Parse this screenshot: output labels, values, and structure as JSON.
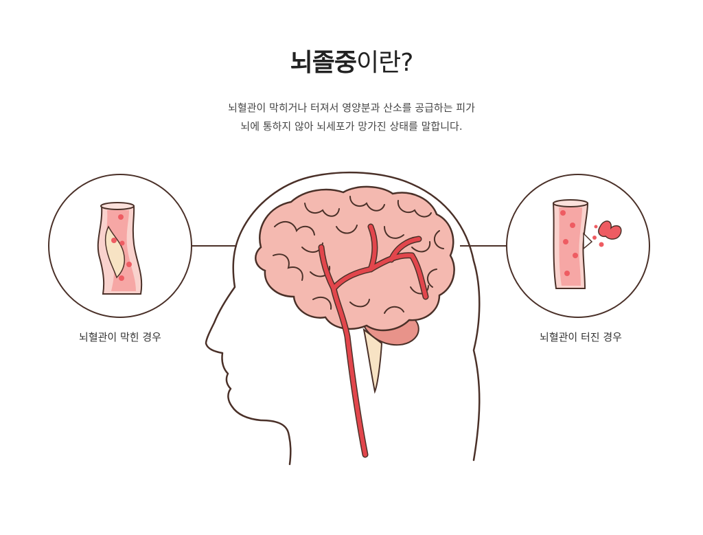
{
  "title": {
    "bold": "뇌졸중",
    "light": "이란?"
  },
  "description": {
    "line1": "뇌혈관이 막히거나 터져서 영양분과 산소를 공급하는 피가",
    "line2": "뇌에 통하지 않아 뇌세포가 망가진 상태를 말합니다."
  },
  "labels": {
    "blocked": "뇌혈관이 막힌 경우",
    "ruptured": "뇌혈관이 터진 경우"
  },
  "colors": {
    "outline": "#4a3028",
    "brain_fill": "#f4b9b0",
    "brain_dark": "#e8938a",
    "vessel": "#e2464c",
    "vessel_light": "#f9d2cd",
    "plaque": "#f7e3c4",
    "blood_dot": "#ee5c62"
  },
  "icons": [
    "head-profile",
    "brain",
    "blocked-vessel",
    "ruptured-vessel"
  ]
}
